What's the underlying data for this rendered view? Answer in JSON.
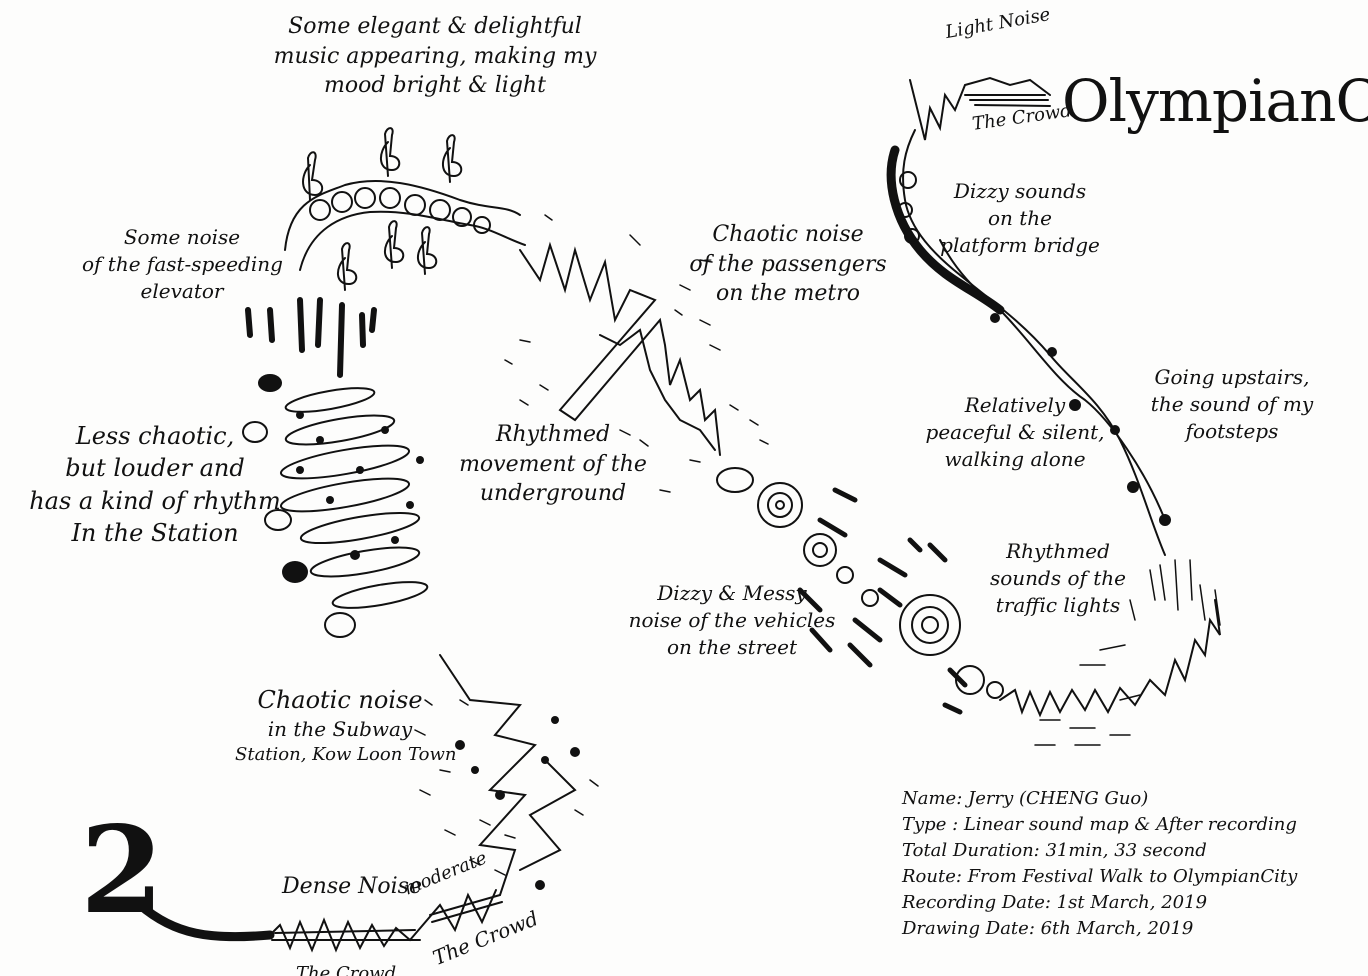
{
  "title": "OlympianCity",
  "corner_mark": "2",
  "annotations": {
    "music": [
      "Some elegant & delightful",
      "music appearing, making my",
      "mood bright & light"
    ],
    "light_noise": "Light Noise",
    "the_crowd_top": "The Crowd",
    "dizzy_platform": [
      "Dizzy sounds",
      "on the",
      "platform bridge"
    ],
    "elevator": [
      "Some noise",
      "of the fast-speeding",
      "elevator"
    ],
    "chaotic_metro": [
      "Chaotic noise",
      "of the passengers",
      "on the metro"
    ],
    "going_upstairs": [
      "Going upstairs,",
      "the sound of my",
      "footsteps"
    ],
    "relatively_peaceful": [
      "Relatively",
      "peaceful & silent,",
      "walking alone"
    ],
    "less_chaotic": [
      "Less chaotic,",
      "but louder and",
      "has a kind of rhythm",
      "In the Station"
    ],
    "rhythmed_underground": [
      "Rhythmed",
      "movement of the",
      "underground"
    ],
    "rhythmed_traffic": [
      "Rhythmed",
      "sounds of the",
      "traffic lights"
    ],
    "dizzy_messy": [
      "Dizzy & Messy",
      "noise of the vehicles",
      "on the street"
    ],
    "chaotic_subway": [
      "Chaotic noise",
      "in the Subway",
      "Station, Kow Loon Town"
    ],
    "dense_noise": "Dense Noise",
    "moderate": "moderate",
    "the_crowd_bottom": "The Crowd",
    "the_crowd_cut": "The Crowd"
  },
  "info": {
    "name": "Name: Jerry (CHENG Guo)",
    "type": "Type : Linear sound map & After recording",
    "duration": "Total Duration: 31min, 33 second",
    "route": "Route: From Festival Walk to OlympianCity",
    "recording_date": "Recording Date: 1st March, 2019",
    "drawing_date": "Drawing Date: 6th March, 2019"
  },
  "colors": {
    "ink": "#111111",
    "paper": "#fdfdfc"
  }
}
